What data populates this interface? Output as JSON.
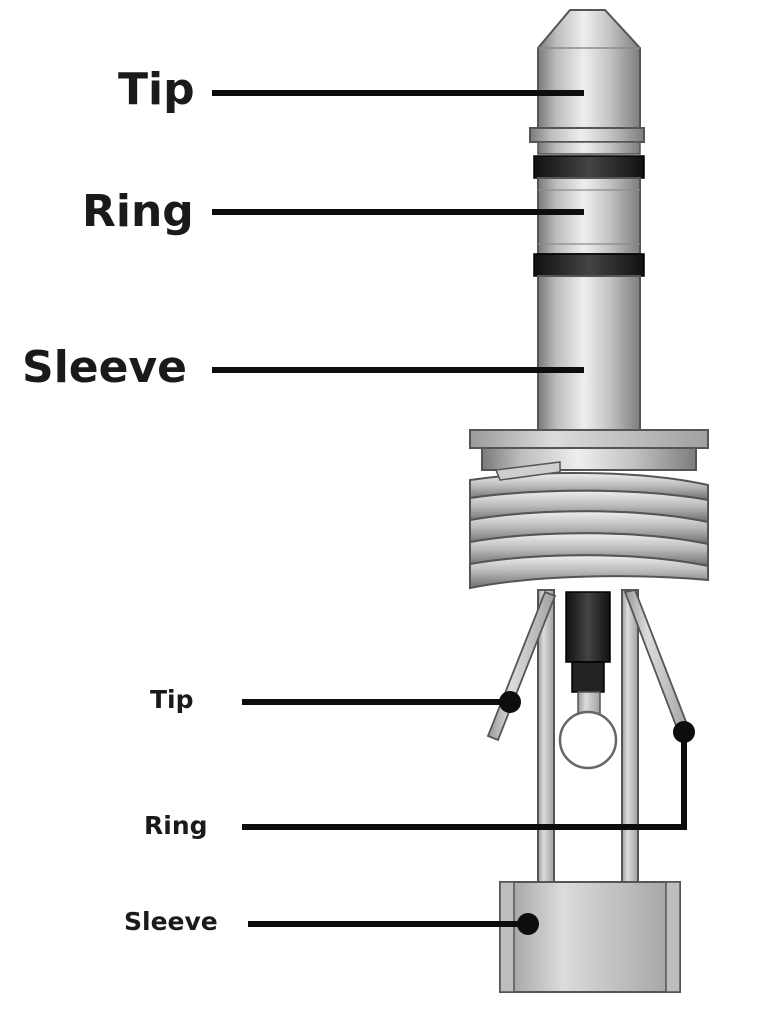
{
  "labels": {
    "plug": {
      "tip": "Tip",
      "ring": "Ring",
      "sleeve": "Sleeve"
    },
    "terminals": {
      "tip": "Tip",
      "ring": "Ring",
      "sleeve": "Sleeve"
    }
  },
  "colors": {
    "metal_light": "#e6e6e6",
    "metal_mid": "#b3b3b3",
    "metal_dark": "#6f6f6f",
    "insulator": "#1a1a1a",
    "leader_line": "#0d0d0d",
    "background": "#ffffff"
  }
}
